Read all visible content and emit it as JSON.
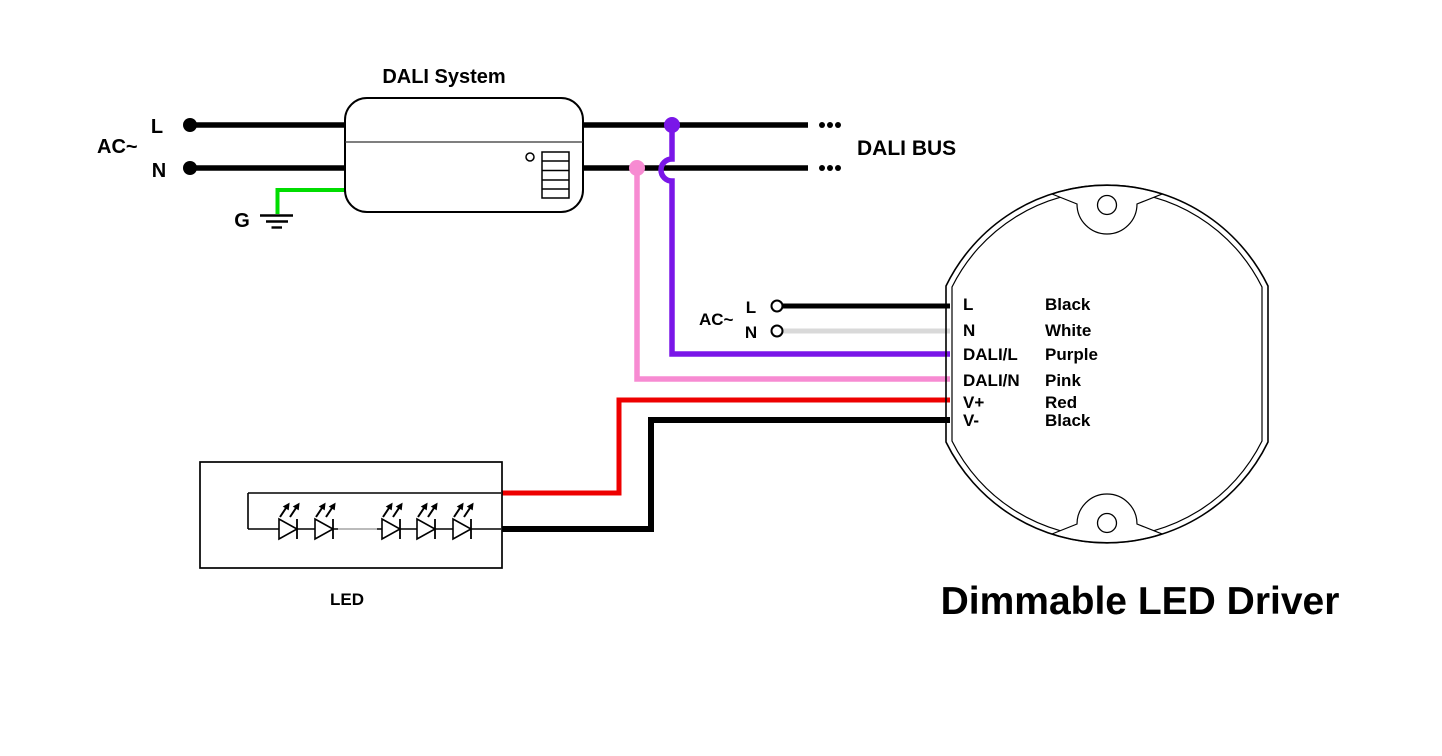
{
  "colors": {
    "wire_black": "#000000",
    "wire_white": "#D9D9D9",
    "wire_purple": "#7A16E8",
    "wire_pink": "#F78BD2",
    "wire_red": "#EE0000",
    "wire_green": "#00DD00",
    "label_gray": "#8C8C8C",
    "outline_black": "#000000"
  },
  "mains": {
    "ac_label": "AC~",
    "l": "L",
    "n": "N",
    "ground": "G"
  },
  "dali_system": {
    "title": "DALI System"
  },
  "dali_bus": {
    "label": "DALI BUS"
  },
  "driver_input": {
    "ac_label": "AC~",
    "l": "L",
    "n": "N"
  },
  "driver": {
    "title": "Dimmable LED Driver",
    "terminals": [
      {
        "name": "L",
        "wire_color": "Black"
      },
      {
        "name": "N",
        "wire_color": "White"
      },
      {
        "name": "DALI/L",
        "wire_color": "Purple"
      },
      {
        "name": "DALI/N",
        "wire_color": "Pink"
      },
      {
        "name": "V+",
        "wire_color": "Red"
      },
      {
        "name": "V-",
        "wire_color": "Black"
      }
    ]
  },
  "led": {
    "label": "LED"
  }
}
